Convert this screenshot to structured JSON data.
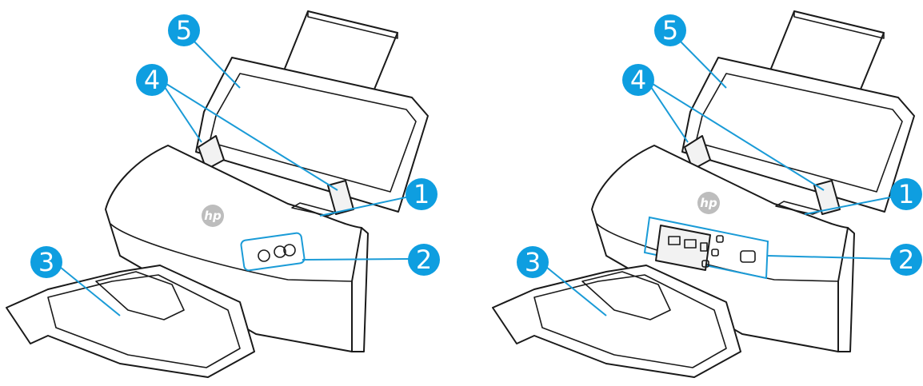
{
  "figure": {
    "left_scanner": {
      "logo_text": "hp",
      "callouts": [
        "1",
        "2",
        "3",
        "4",
        "5"
      ]
    },
    "right_scanner": {
      "logo_text": "hp",
      "callouts": [
        "1",
        "2",
        "3",
        "4",
        "5"
      ]
    }
  },
  "colors": {
    "callout": "#0e9ee0",
    "leader": "#1a9bd7",
    "outline": "#1a1a1a"
  }
}
